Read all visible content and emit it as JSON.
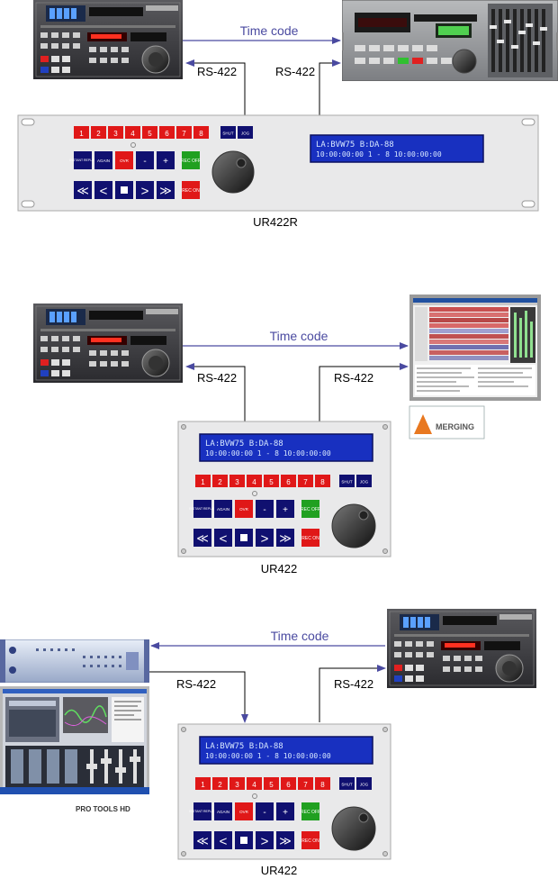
{
  "diagrams": [
    {
      "time_code_label": "Time code",
      "link_left_label": "RS-422",
      "link_right_label": "RS-422",
      "controller_caption": "UR422R",
      "lcd_line1": "LA:BVW75    B:DA-88",
      "lcd_line2": "10:00:00:00   1 - 8        10:00:00:00"
    },
    {
      "time_code_label": "Time code",
      "link_left_label": "RS-422",
      "link_right_label": "RS-422",
      "controller_caption": "UR422",
      "logo_text": "MERGING",
      "lcd_line1": "LA:BVW75      B:DA-88",
      "lcd_line2": "10:00:00:00   1 - 8     10:00:00:00"
    },
    {
      "time_code_label": "Time code",
      "link_left_label": "RS-422",
      "link_right_label": "RS-422",
      "controller_caption": "UR422",
      "logo_text": "PRO TOOLS HD",
      "lcd_line1": "LA:BVW75      B:DA-88",
      "lcd_line2": "10:00:00:00   1 - 8     10:00:00:00"
    }
  ],
  "controller_buttons": {
    "track_numbers": [
      "1",
      "2",
      "3",
      "4",
      "5",
      "6",
      "7",
      "8"
    ],
    "shut": "SHUT",
    "jog": "JOG",
    "instant_replay": "INSTANT REPLAY",
    "again": "AGAIN",
    "ovr": "OVR",
    "minus": "-",
    "plus": "+",
    "rec_off": "REC OFF",
    "rec_on": "REC ON"
  },
  "colors": {
    "arrow": "#4a4aa0",
    "track_button": "#e01818",
    "transport_button": "#101070",
    "panel": "#e9e9ea",
    "lcd": "#1830c0",
    "rec_off_button": "#20a020"
  }
}
